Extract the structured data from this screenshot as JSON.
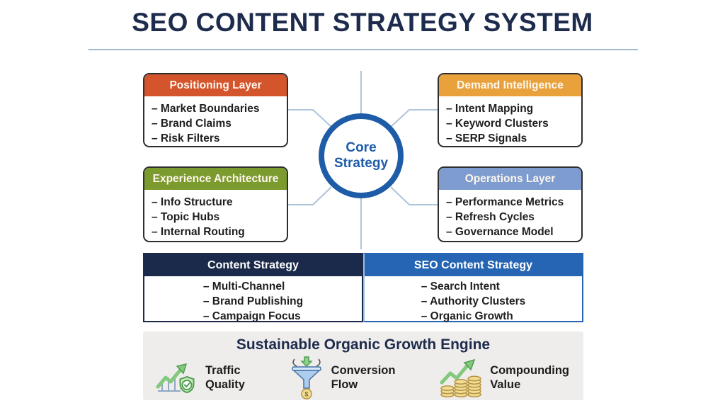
{
  "title": "SEO CONTENT STRATEGY SYSTEM",
  "core": {
    "line1": "Core",
    "line2": "Strategy"
  },
  "quadrants": [
    {
      "title": "Positioning Layer",
      "header_color": "#D4552C",
      "items": [
        "– Market Boundaries",
        "– Brand Claims",
        "– Risk Filters"
      ]
    },
    {
      "title": "Demand Intelligence",
      "header_color": "#E9A23B",
      "items": [
        "– Intent Mapping",
        "– Keyword Clusters",
        "– SERP Signals"
      ]
    },
    {
      "title": "Experience Architecture",
      "header_color": "#7C9B2F",
      "items": [
        "– Info Structure",
        "– Topic Hubs",
        "– Internal Routing"
      ]
    },
    {
      "title": "Operations Layer",
      "header_color": "#7E9CD0",
      "items": [
        "– Performance Metrics",
        "– Refresh Cycles",
        "– Governance Model"
      ]
    }
  ],
  "comparison": {
    "left": {
      "title": "Content Strategy",
      "header_color": "#1B2A4A",
      "items": [
        "– Multi-Channel",
        "– Brand Publishing",
        "– Campaign Focus"
      ]
    },
    "right": {
      "title": "SEO Content Strategy",
      "header_color": "#2565B4",
      "items": [
        "– Search Intent",
        "– Authority Clusters",
        "– Organic Growth"
      ]
    }
  },
  "growth_engine": {
    "title": "Sustainable Organic Growth Engine",
    "items": [
      {
        "icon": "trend-chart-shield-icon",
        "line1": "Traffic",
        "line2": "Quality"
      },
      {
        "icon": "funnel-dollar-icon",
        "line1": "Conversion",
        "line2": "Flow"
      },
      {
        "icon": "coins-growth-icon",
        "line1": "Compounding",
        "line2": "Value"
      }
    ],
    "coin_symbol": "$"
  },
  "colors": {
    "title_text": "#1D2B4C",
    "divider": "#9FB9D4",
    "connector": "#AFC4DC",
    "circle": "#1E5CA8",
    "box_border": "#2E2E2E",
    "panel_bg": "#EFEDEB"
  }
}
